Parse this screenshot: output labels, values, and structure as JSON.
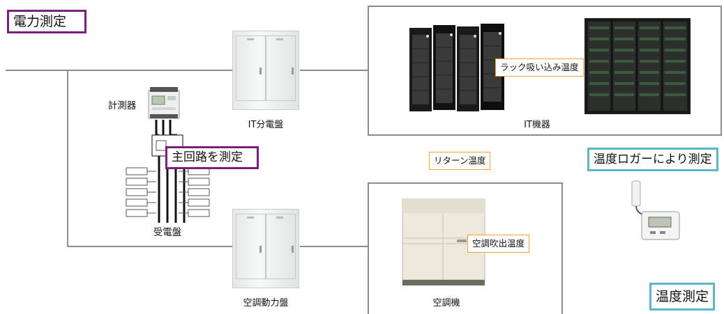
{
  "labels": {
    "power_measurement": "電力測定",
    "main_circuit": "主回路を測定",
    "temperature_logger": "温度ロガーにより測定",
    "temperature_measurement": "温度測定",
    "rack_intake_temp": "ラック吸い込み温度",
    "return_temp": "リターン温度",
    "ac_outlet_temp": "空調吹出温度"
  },
  "captions": {
    "meter": "計測器",
    "it_panel": "IT分電盤",
    "it_equipment": "IT機器",
    "receiving_panel": "受電盤",
    "hvac_power_panel": "空調動力盤",
    "air_conditioner": "空調機"
  },
  "colors": {
    "purple": "#7b1f7e",
    "teal": "#5bb7c5",
    "orange": "#f0a030",
    "line": "#8c8c8c"
  }
}
